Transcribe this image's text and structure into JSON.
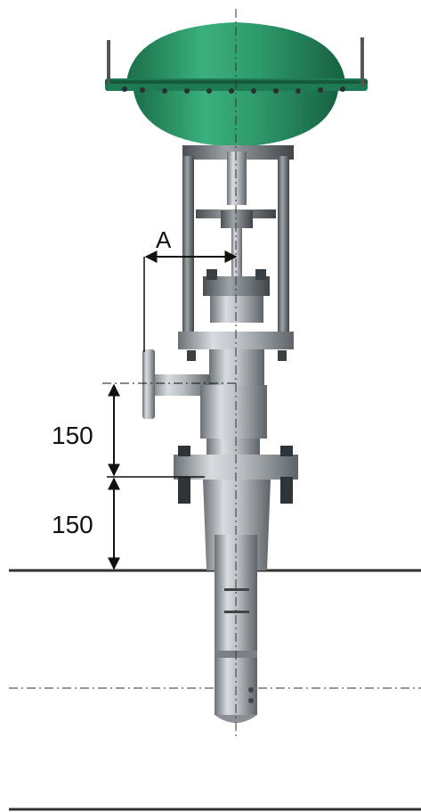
{
  "labels": {
    "dimension_a": "A",
    "dimension_upper": "150",
    "dimension_lower": "150"
  },
  "colors": {
    "actuator_green": "#2e9a6a",
    "actuator_dark": "#1e7a52",
    "steel_light": "#c8cbcf",
    "steel_mid": "#9aa0a6",
    "steel_dark": "#5e646a",
    "line": "#222222"
  }
}
